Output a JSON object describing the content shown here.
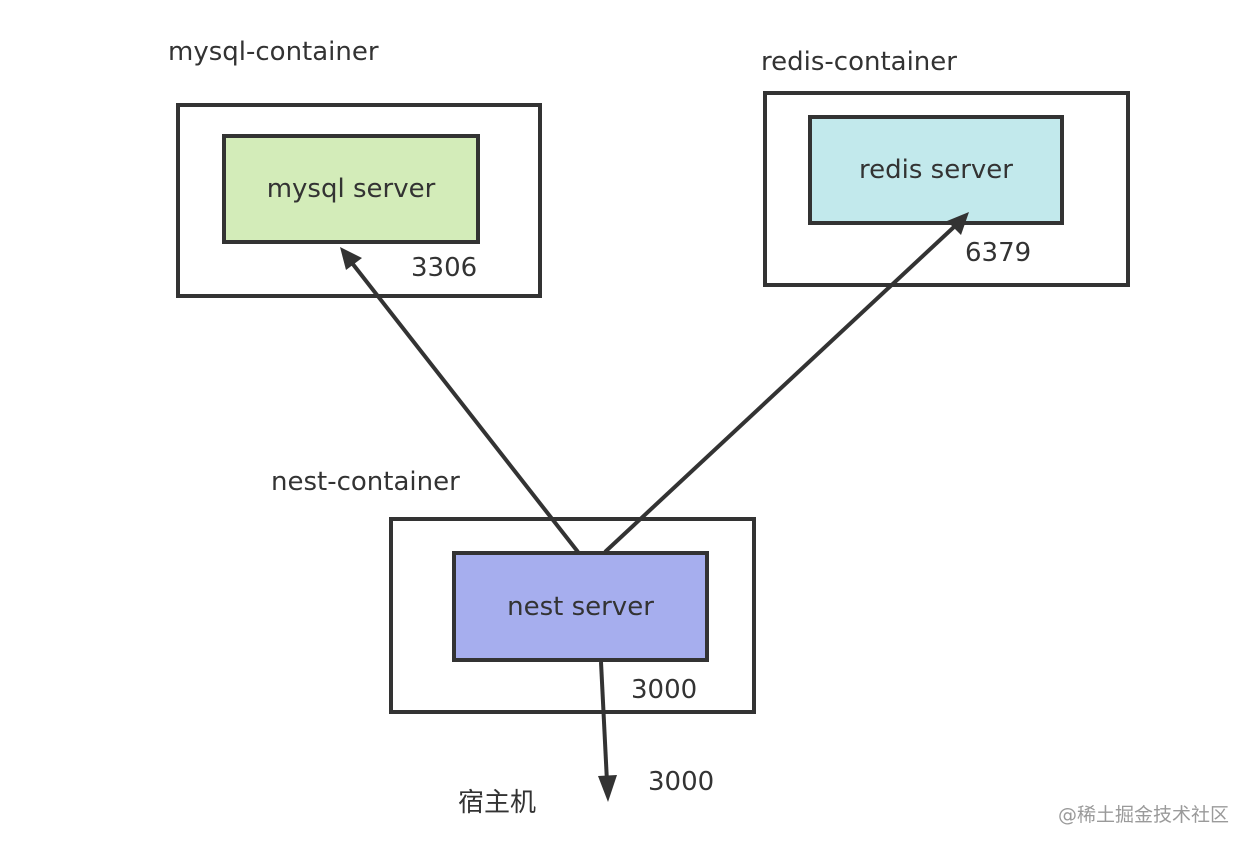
{
  "mysql": {
    "container_label": "mysql-container",
    "server_label": "mysql server",
    "port": "3306",
    "fill": "#d3ecb9"
  },
  "redis": {
    "container_label": "redis-container",
    "server_label": "redis server",
    "port": "6379",
    "fill": "#c2e9ec"
  },
  "nest": {
    "container_label": "nest-container",
    "server_label": "nest server",
    "port": "3000",
    "fill": "#a6aeee"
  },
  "host": {
    "label": "宿主机",
    "port": "3000"
  },
  "watermark": "@稀土掘金技术社区",
  "colors": {
    "stroke": "#333333"
  }
}
